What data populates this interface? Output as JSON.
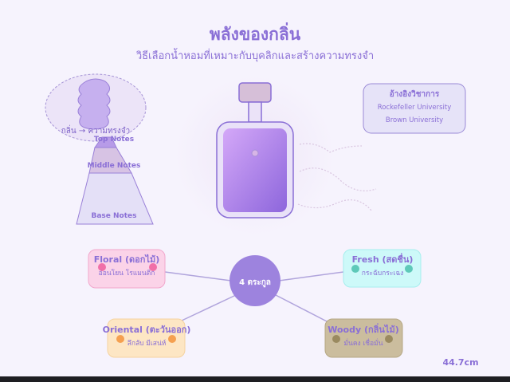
{
  "header": {
    "title": "พลังของกลิ่น",
    "subtitle": "วิธีเลือกน้ำหอมที่เหมาะกับบุคลิกและสร้างความทรงจำ"
  },
  "memory": {
    "label": "กลิ่น → ความทรงจำ"
  },
  "pyramid": {
    "top": "Top Notes",
    "middle": "Middle Notes",
    "base": "Base Notes"
  },
  "reference": {
    "title": "อ้างอิงวิชาการ",
    "items": [
      "Rockefeller University",
      "Brown University"
    ]
  },
  "families": {
    "center": "4 ตระกูล",
    "items": [
      {
        "name": "Floral (ดอกไม้)",
        "desc": "อ่อนโยน โรแมนติก",
        "color": "#fbd3e8",
        "dot": "#f06fa8"
      },
      {
        "name": "Fresh (สดชื่น)",
        "desc": "กระฉับกระเฉง",
        "color": "#cdf9f9",
        "dot": "#5ec9b9"
      },
      {
        "name": "Oriental (ตะวันออก)",
        "desc": "ลึกลับ มีเสน่ห์",
        "color": "#fde6c4",
        "dot": "#f5a050"
      },
      {
        "name": "Woody (กลิ่นไม้)",
        "desc": "มั่นคง เชื่อมั่น",
        "color": "#cbbd9e",
        "dot": "#9a8a60"
      }
    ]
  },
  "measure": "44.7cm",
  "colors": {
    "accent": "#8a6fd6",
    "center": "#9d83de"
  }
}
